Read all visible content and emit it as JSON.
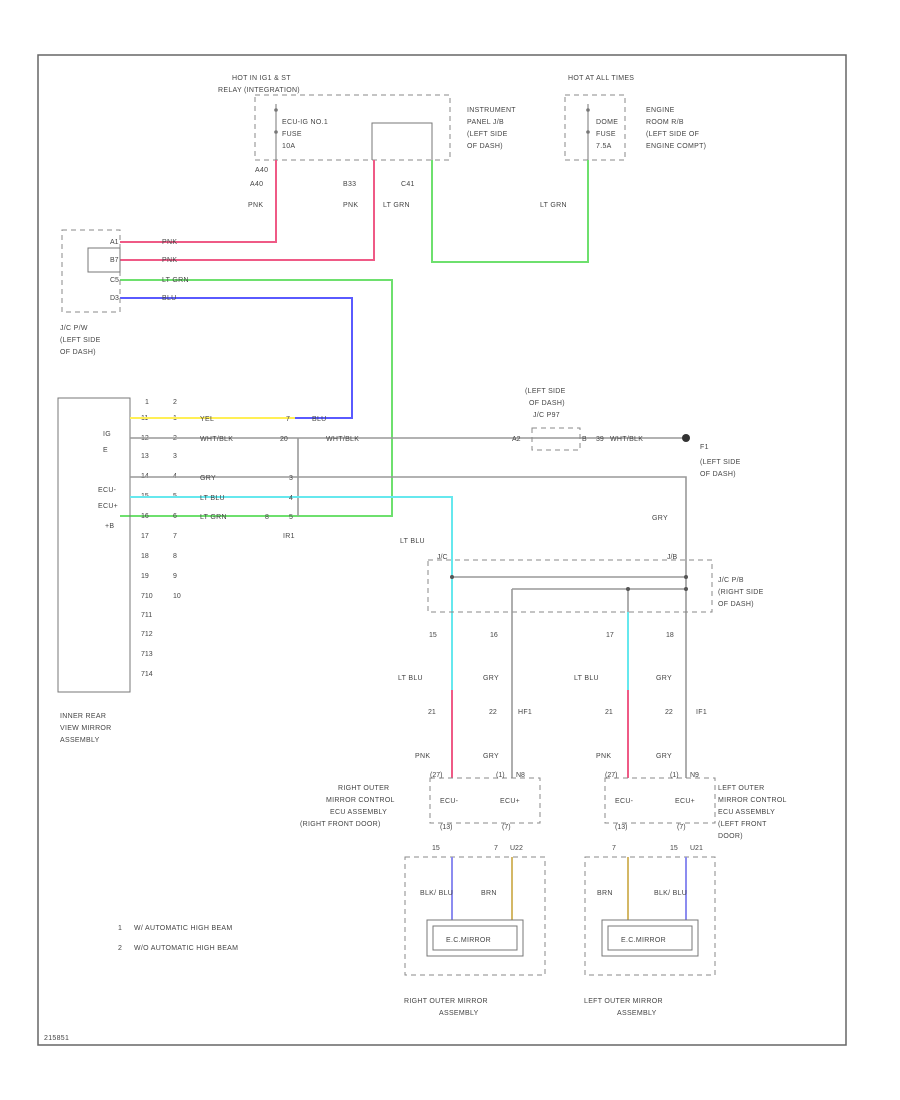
{
  "colors": {
    "pnk": "#ef5a86",
    "lt_grn": "#6ee06e",
    "blu": "#5a5aff",
    "yel": "#ffef55",
    "lt_blu": "#66e8ee",
    "gry": "#9a9a9a",
    "brn": "#d4b866",
    "blk_blu": "#8c8cf0"
  },
  "hot_relay": "HOT IN IG1 & ST",
  "relay_name": "RELAY (INTEGRATION)",
  "hot_at_all_times": "HOT AT ALL TIMES",
  "ecu_ig_fuse": [
    "ECU-IG NO.1",
    "FUSE",
    "10A"
  ],
  "instrument_panel_jb": [
    "INSTRUMENT",
    "PANEL J/B",
    "(LEFT SIDE",
    "OF DASH)"
  ],
  "dome_fuse": [
    "DOME",
    "FUSE",
    "7.5A"
  ],
  "engine_room_jb": [
    "ENGINE",
    "ROOM R/B",
    "(LEFT SIDE OF",
    "ENGINE COMPT)"
  ],
  "conn_pins": {
    "a40": "A40",
    "b33": "B33",
    "c41": "C41"
  },
  "wire_labels": {
    "pnk": "PNK",
    "lt_grn": "LT GRN",
    "blu": "BLU",
    "yel": "YEL",
    "wht_blk": "WHT/BLK",
    "gry": "GRY",
    "lt_blu": "LT BLU",
    "brn": "BRN",
    "blk_blu": "BLK/ BLU"
  },
  "jc_left_pins": [
    "A1",
    "B7",
    "C5",
    "D3"
  ],
  "jc_left_label": [
    "J/C P/W",
    "(LEFT SIDE",
    "OF DASH)"
  ],
  "mirror_side_labels": {
    "ig": "IG",
    "e": "E",
    "ecu_minus": "ECU-",
    "ecu_plus": "ECU+",
    "b": "+B"
  },
  "mirror_col1": [
    "11",
    "12",
    "13",
    "14",
    "15",
    "16",
    "17",
    "18",
    "19",
    "710",
    "711",
    "712",
    "713",
    "714"
  ],
  "mirror_col2": [
    "1",
    "2",
    "3",
    "4",
    "5",
    "6",
    "7",
    "8",
    "9",
    "10"
  ],
  "mirror_header": [
    "1",
    "2"
  ],
  "inner_mirror_label": [
    "INNER REAR",
    "VIEW MIRROR",
    "ASSEMBLY"
  ],
  "junction_pins": {
    "j7": "7",
    "j20": "20",
    "j3": "3",
    "j4": "4",
    "j5": "5",
    "x8": "8"
  },
  "junction_name": "IR1",
  "ground_name": "F1",
  "ground_pins": {
    "a": "A2",
    "b": "B",
    "c": "39"
  },
  "ground_connector": [
    "(LEFT SIDE",
    "OF DASH)",
    "J/C P97"
  ],
  "ground_label": [
    "(LEFT SIDE",
    "OF DASH)"
  ],
  "jc_right_pins": {
    "a": "J/C",
    "b": "J/B"
  },
  "jc_right_label": [
    "J/C P/B",
    "(RIGHT SIDE",
    "OF DASH)"
  ],
  "drop_pins": [
    "15",
    "16",
    "17",
    "18"
  ],
  "ecu_pins": [
    "21",
    "22",
    "21",
    "22"
  ],
  "jn_names": {
    "hf1": "HF1",
    "if1": "IF1"
  },
  "right_ecu_pins": {
    "a": "(27)",
    "b": "(1)",
    "c": "N8"
  },
  "left_ecu_pins": {
    "a": "(27)",
    "b": "(1)",
    "c": "N9"
  },
  "ecu_terminals": {
    "minus": "ECU-",
    "plus": "ECU+"
  },
  "right_ecu_label": [
    "RIGHT OUTER",
    "MIRROR CONTROL",
    "ECU ASSEMBLY",
    "(RIGHT FRONT DOOR)"
  ],
  "left_ecu_label": [
    "LEFT OUTER",
    "MIRROR CONTROL",
    "ECU ASSEMBLY",
    "(LEFT FRONT",
    "DOOR)"
  ],
  "ecu_sub_pins": {
    "a": "(13)",
    "b": "(7)"
  },
  "right_mirror_pins": {
    "a": "15",
    "b": "7",
    "c": "U22"
  },
  "left_mirror_pins": {
    "a": "7",
    "b": "15",
    "c": "U21"
  },
  "ec_mirror": "E.C.MIRROR",
  "right_mirror_label": [
    "RIGHT OUTER MIRROR",
    "ASSEMBLY"
  ],
  "left_mirror_label": [
    "LEFT OUTER MIRROR",
    "ASSEMBLY"
  ],
  "legend": [
    {
      "num": "1",
      "text": "W/ AUTOMATIC HIGH BEAM"
    },
    {
      "num": "2",
      "text": "W/O AUTOMATIC HIGH BEAM"
    }
  ],
  "diagram_id": "215851"
}
